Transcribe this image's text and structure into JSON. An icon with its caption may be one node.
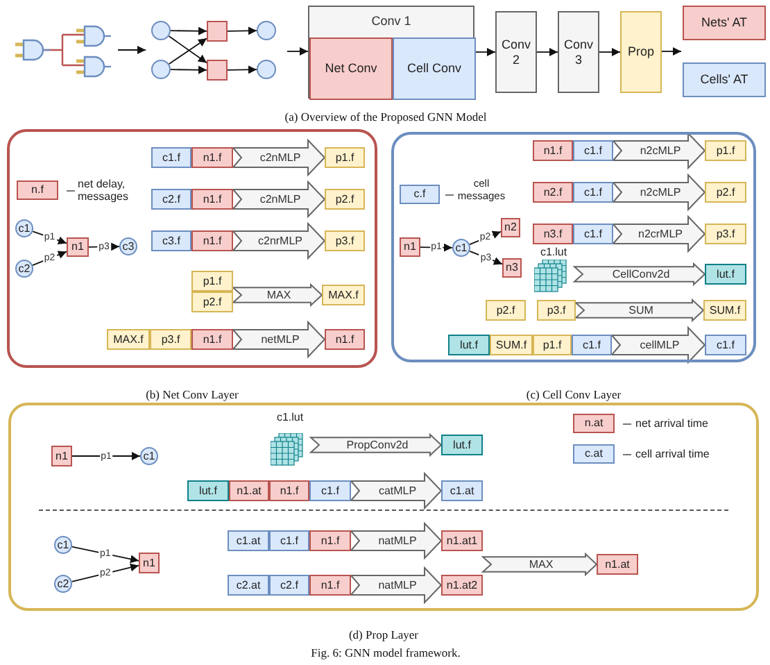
{
  "diagram": {
    "caption": "Fig. 6: GNN model framework.",
    "nodes": [
      {
        "text": [],
        "shape": "picture"
      },
      {
        "text": [],
        "shape": "circle"
      },
      {
        "text": [],
        "shape": "circle"
      },
      {
        "text": [],
        "shape": "box"
      },
      {
        "text": [],
        "shape": "box"
      },
      {
        "text": [],
        "shape": "circle"
      },
      {
        "text": [],
        "shape": "circle"
      },
      {
        "text": [
          "Conv 1"
        ]
      },
      {
        "text": [
          "Net Conv"
        ],
        "in": 7
      },
      {
        "text": [
          "Cell Conv"
        ],
        "in": 7
      },
      {
        "text": [
          "Conv 2"
        ]
      },
      {
        "text": [
          "Conv 3"
        ]
      },
      {
        "text": [
          "Prop"
        ]
      },
      {
        "text": [
          "Nets' AT"
        ]
      },
      {
        "text": [
          "Cells' AT"
        ]
      },
      {
        "text": [
          "(b) Net Conv Layer"
        ]
      },
      {
        "text": [
          "n.f"
        ],
        "in": 15,
        "beside": [
          "net delay, messages"
        ]
      },
      {
        "text": [
          "c1"
        ],
        "in": 15
      },
      {
        "text": [
          "c2"
        ],
        "in": 15
      },
      {
        "text": [
          "n1"
        ],
        "in": 15
      },
      {
        "text": [
          "c3"
        ],
        "in": 15
      },
      {
        "text": [
          "c1.f"
        ],
        "in": 15
      },
      {
        "text": [
          "n1.f"
        ],
        "in": 15
      },
      {
        "text": [
          "p1.f"
        ],
        "in": 15
      },
      {
        "text": [
          "c2.f"
        ],
        "in": 15
      },
      {
        "text": [
          "n1.f"
        ],
        "in": 15
      },
      {
        "text": [
          "p2.f"
        ],
        "in": 15
      },
      {
        "text": [
          "c3.f"
        ],
        "in": 15
      },
      {
        "text": [
          "n1.f"
        ],
        "in": 15
      },
      {
        "text": [
          "p3.f"
        ],
        "in": 15
      },
      {
        "text": [
          "p1.f"
        ],
        "in": 15
      },
      {
        "text": [
          "p2.f"
        ],
        "in": 15
      },
      {
        "text": [
          "MAX.f"
        ],
        "in": 15
      },
      {
        "text": [
          "MAX.f"
        ],
        "in": 15
      },
      {
        "text": [
          "p3.f"
        ],
        "in": 15
      },
      {
        "text": [
          "n1.f"
        ],
        "in": 15
      },
      {
        "text": [
          "n1.f"
        ],
        "in": 15
      },
      {
        "text": [
          "(c) Cell Conv Layer"
        ]
      },
      {
        "text": [
          "c.f"
        ],
        "in": 37,
        "beside": [
          "cell messages"
        ]
      },
      {
        "text": [
          "n1"
        ],
        "in": 37
      },
      {
        "text": [
          "c1"
        ],
        "in": 37
      },
      {
        "text": [
          "n2"
        ],
        "in": 37
      },
      {
        "text": [
          "n3"
        ],
        "in": 37
      },
      {
        "text": [
          "n1.f"
        ],
        "in": 37
      },
      {
        "text": [
          "c1.f"
        ],
        "in": 37
      },
      {
        "text": [
          "p1.f"
        ],
        "in": 37
      },
      {
        "text": [
          "n2.f"
        ],
        "in": 37
      },
      {
        "text": [
          "c1.f"
        ],
        "in": 37
      },
      {
        "text": [
          "p2.f"
        ],
        "in": 37
      },
      {
        "text": [
          "n3.f"
        ],
        "in": 37
      },
      {
        "text": [
          "c1.f"
        ],
        "in": 37
      },
      {
        "text": [
          "p3.f"
        ],
        "in": 37
      },
      {
        "text": [
          "c1.lut"
        ],
        "in": 37
      },
      {
        "text": [
          "lut.f"
        ],
        "in": 37
      },
      {
        "text": [
          "p2.f"
        ],
        "in": 37
      },
      {
        "text": [
          "p3.f"
        ],
        "in": 37
      },
      {
        "text": [
          "SUM.f"
        ],
        "in": 37
      },
      {
        "text": [
          "lut.f"
        ],
        "in": 37
      },
      {
        "text": [
          "SUM.f"
        ],
        "in": 37
      },
      {
        "text": [
          "p1.f"
        ],
        "in": 37
      },
      {
        "text": [
          "c1.f"
        ],
        "in": 37
      },
      {
        "text": [
          "c1.f"
        ],
        "in": 37
      },
      {
        "text": [
          "(d) Prop Layer"
        ]
      },
      {
        "text": [
          "n1"
        ],
        "in": 62
      },
      {
        "text": [
          "c1"
        ],
        "in": 62
      },
      {
        "text": [
          "c1.lut"
        ],
        "in": 62
      },
      {
        "text": [
          "lut.f"
        ],
        "in": 62
      },
      {
        "text": [
          "n.at"
        ],
        "in": 62,
        "beside": [
          "net arrival time"
        ]
      },
      {
        "text": [
          "c.at"
        ],
        "in": 62,
        "beside": [
          "cell arrival time"
        ]
      },
      {
        "text": [
          "lut.f"
        ],
        "in": 62
      },
      {
        "text": [
          "n1.at"
        ],
        "in": 62
      },
      {
        "text": [
          "n1.f"
        ],
        "in": 62
      },
      {
        "text": [
          "c1.f"
        ],
        "in": 62
      },
      {
        "text": [
          "c1.at"
        ],
        "in": 62
      },
      {
        "text": [
          "c1"
        ],
        "in": 62
      },
      {
        "text": [
          "c2"
        ],
        "in": 62
      },
      {
        "text": [
          "n1"
        ],
        "in": 62
      },
      {
        "text": [
          "c1.at"
        ],
        "in": 62
      },
      {
        "text": [
          "c1.f"
        ],
        "in": 62
      },
      {
        "text": [
          "n1.f"
        ],
        "in": 62
      },
      {
        "text": [
          "n1.at1"
        ],
        "in": 62
      },
      {
        "text": [
          "c2.at"
        ],
        "in": 62
      },
      {
        "text": [
          "c2.f"
        ],
        "in": 62
      },
      {
        "text": [
          "n1.f"
        ],
        "in": 62
      },
      {
        "text": [
          "n1.at2"
        ],
        "in": 62
      },
      {
        "text": [
          "n1.at"
        ],
        "in": 62
      }
    ],
    "edges": [
      {
        "from": 0,
        "to": 1,
        "arrow": "to"
      },
      {
        "from": 1,
        "to": 3,
        "arrow": "to"
      },
      {
        "from": 1,
        "to": 4,
        "arrow": "to"
      },
      {
        "from": 2,
        "to": 3,
        "arrow": "to"
      },
      {
        "from": 2,
        "to": 4,
        "arrow": "to"
      },
      {
        "from": 3,
        "to": 5,
        "arrow": "to"
      },
      {
        "from": 4,
        "to": 6,
        "arrow": "to"
      },
      {
        "from": 6,
        "to": 7,
        "arrow": "to"
      },
      {
        "from": 7,
        "to": 10,
        "arrow": "to"
      },
      {
        "from": 10,
        "to": 11,
        "arrow": "to"
      },
      {
        "from": 11,
        "to": 12,
        "arrow": "to"
      },
      {
        "from": 12,
        "to": 13,
        "arrow": "to"
      },
      {
        "from": 17,
        "to": 19,
        "arrow": "to",
        "label": "p1"
      },
      {
        "from": 18,
        "to": 19,
        "arrow": "to",
        "label": "p2"
      },
      {
        "from": 19,
        "to": 20,
        "arrow": "to",
        "label": "p3"
      },
      {
        "from": 39,
        "to": 40,
        "arrow": "to",
        "label": "p1"
      },
      {
        "from": 40,
        "to": 41,
        "arrow": "to",
        "label": "p2"
      },
      {
        "from": 40,
        "to": 42,
        "arrow": "to",
        "label": "p3"
      },
      {
        "from": 63,
        "to": 64,
        "arrow": "to",
        "label": "p1"
      },
      {
        "from": 74,
        "to": 76,
        "arrow": "to",
        "label": "p1"
      },
      {
        "from": 75,
        "to": 76,
        "arrow": "to",
        "label": "p2"
      },
      {
        "from": 22,
        "to": 23,
        "arrow": "to",
        "label": "c2nMLP"
      },
      {
        "from": 25,
        "to": 26,
        "arrow": "to",
        "label": "c2nMLP"
      },
      {
        "from": 28,
        "to": 29,
        "arrow": "to",
        "label": "c2nrMLP"
      },
      {
        "from": 30,
        "to": 32,
        "arrow": "to",
        "label": "MAX"
      },
      {
        "from": 31,
        "to": 32,
        "arrow": "to"
      },
      {
        "from": 35,
        "to": 36,
        "arrow": "to",
        "label": "netMLP"
      },
      {
        "from": 44,
        "to": 45,
        "arrow": "to",
        "label": "n2cMLP"
      },
      {
        "from": 47,
        "to": 48,
        "arrow": "to",
        "label": "n2cMLP"
      },
      {
        "from": 50,
        "to": 51,
        "arrow": "to",
        "label": "n2crMLP"
      },
      {
        "from": 52,
        "to": 53,
        "arrow": "to",
        "label": "CellConv2d"
      },
      {
        "from": 55,
        "to": 56,
        "arrow": "to",
        "label": "SUM"
      },
      {
        "from": 60,
        "to": 61,
        "arrow": "to",
        "label": "cellMLP"
      },
      {
        "from": 65,
        "to": 66,
        "arrow": "to",
        "label": "PropConv2d"
      },
      {
        "from": 72,
        "to": 73,
        "arrow": "to",
        "label": "catMLP"
      },
      {
        "from": 79,
        "to": 80,
        "arrow": "to",
        "label": "natMLP"
      },
      {
        "from": 83,
        "to": 84,
        "arrow": "to",
        "label": "natMLP"
      },
      {
        "from": 80,
        "to": 85,
        "arrow": "to",
        "label": "MAX"
      },
      {
        "from": 84,
        "to": 85,
        "arrow": "to"
      }
    ],
    "labels": [
      "(a) Overview of the Proposed GNN Model"
    ]
  }
}
